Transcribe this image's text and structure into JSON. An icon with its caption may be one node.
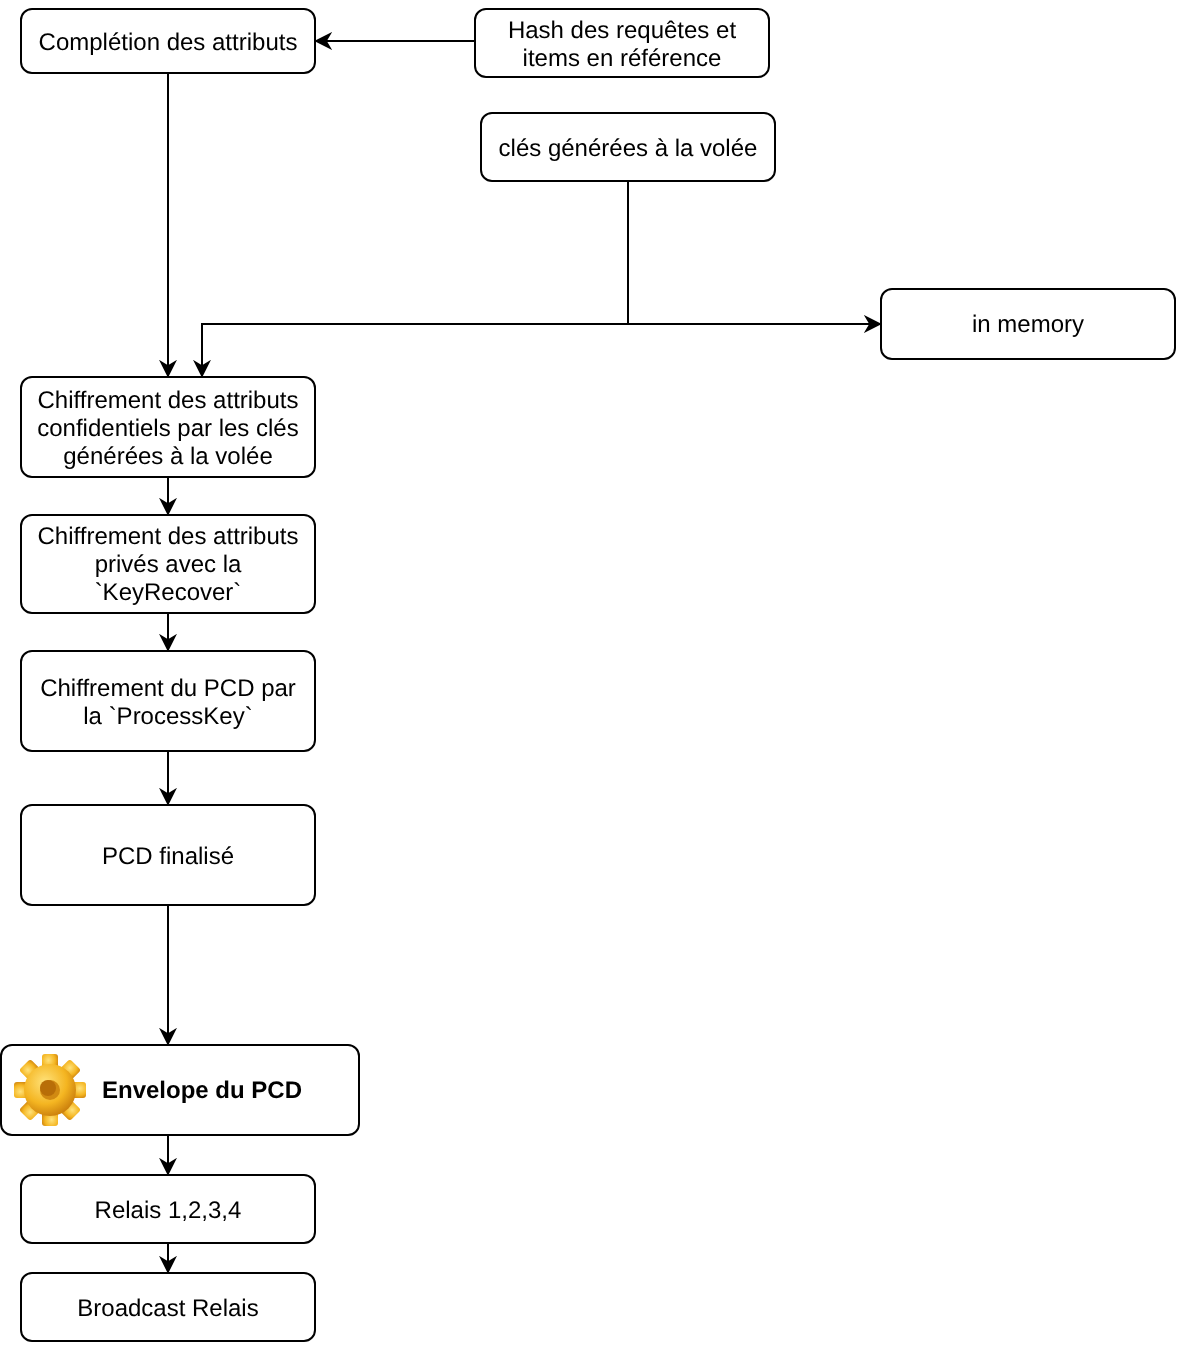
{
  "diagram": {
    "nodes": [
      {
        "text": [
          "Complétion des attributs"
        ]
      },
      {
        "text": [
          "Hash des requêtes et items en référence"
        ]
      },
      {
        "text": [
          "clés générées à la volée"
        ]
      },
      {
        "text": [
          "in memory"
        ]
      },
      {
        "text": [
          "Chiffrement des attributs confidentiels par les clés générées à la volée"
        ]
      },
      {
        "text": [
          "Chiffrement des attributs privés avec la `KeyRecover`"
        ]
      },
      {
        "text": [
          "Chiffrement du PCD par la `ProcessKey`"
        ]
      },
      {
        "text": [
          "PCD finalisé"
        ]
      },
      {
        "text": [
          "Envelope du PCD"
        ]
      },
      {
        "text": [
          "Relais 1,2,3,4"
        ]
      },
      {
        "text": [
          "Broadcast Relais"
        ]
      }
    ],
    "edges": [
      {
        "from": 1,
        "to": 0,
        "arrow": "to"
      },
      {
        "from": 0,
        "to": 4,
        "arrow": "to"
      },
      {
        "from": 2,
        "to": 4,
        "arrow": "to"
      },
      {
        "from": 2,
        "to": 3,
        "arrow": "to"
      },
      {
        "from": 4,
        "to": 5,
        "arrow": "to"
      },
      {
        "from": 5,
        "to": 6,
        "arrow": "to"
      },
      {
        "from": 6,
        "to": 7,
        "arrow": "to"
      },
      {
        "from": 7,
        "to": 8,
        "arrow": "to"
      },
      {
        "from": 8,
        "to": 9,
        "arrow": "to"
      },
      {
        "from": 9,
        "to": 10,
        "arrow": "to"
      }
    ]
  }
}
